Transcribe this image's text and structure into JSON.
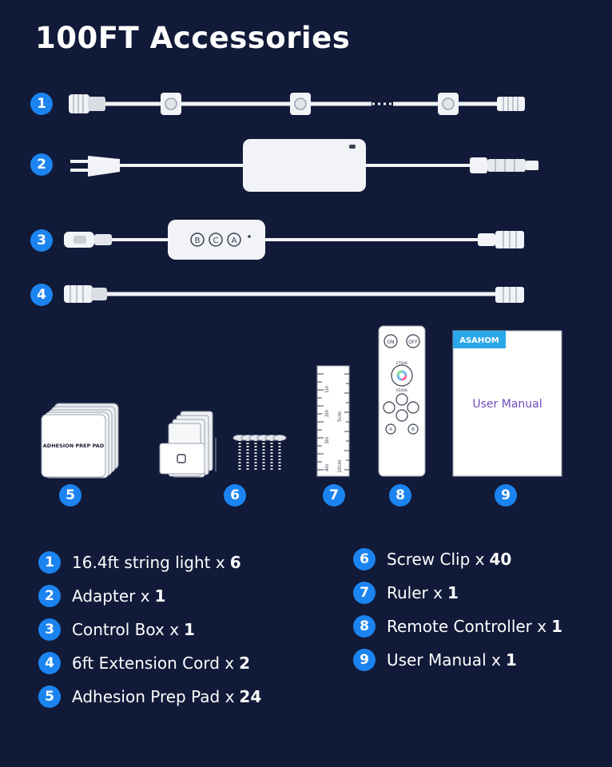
{
  "title": "100FT Accessories",
  "product_rows": [
    {
      "number": "1"
    },
    {
      "number": "2"
    },
    {
      "number": "3"
    },
    {
      "number": "4"
    }
  ],
  "product_items": [
    {
      "number": "5"
    },
    {
      "number": "6"
    },
    {
      "number": "7"
    },
    {
      "number": "8"
    },
    {
      "number": "9"
    }
  ],
  "product_text": {
    "prep_pad_label": "ADHESION PREP PAD",
    "ruler_marks": [
      "1in",
      "2in",
      "3in",
      "4in"
    ],
    "ruler_cm_marks": [
      "5cm",
      "10cm"
    ],
    "remote_on": "ON",
    "remote_off": "OFF",
    "remote_warm": "2700K",
    "remote_cool": "6500K",
    "remote_a": "A",
    "remote_b": "B",
    "control_b": "B",
    "control_c": "C",
    "control_a": "A",
    "manual_brand": "ASAHOM",
    "manual_title": "User Manual"
  },
  "legend_left": [
    {
      "number": "1",
      "text": "16.4ft string light x",
      "qty": "6"
    },
    {
      "number": "2",
      "text": "Adapter x",
      "qty": "1"
    },
    {
      "number": "3",
      "text": "Control Box x",
      "qty": "1"
    },
    {
      "number": "4",
      "text": "6ft Extension Cord x",
      "qty": "2"
    },
    {
      "number": "5",
      "text": "Adhesion Prep Pad x",
      "qty": "24"
    }
  ],
  "legend_right": [
    {
      "number": "6",
      "text": "Screw Clip x",
      "qty": "40"
    },
    {
      "number": "7",
      "text": "Ruler x",
      "qty": "1"
    },
    {
      "number": "8",
      "text": "Remote Controller x",
      "qty": "1"
    },
    {
      "number": "9",
      "text": "User Manual x",
      "qty": "1"
    }
  ],
  "colors": {
    "background": "#111a38",
    "badge": "#1b84f0",
    "cable": "#f1f3f6",
    "manual_brand": "#2aa7e8",
    "manual_title": "#6d4bb8"
  }
}
